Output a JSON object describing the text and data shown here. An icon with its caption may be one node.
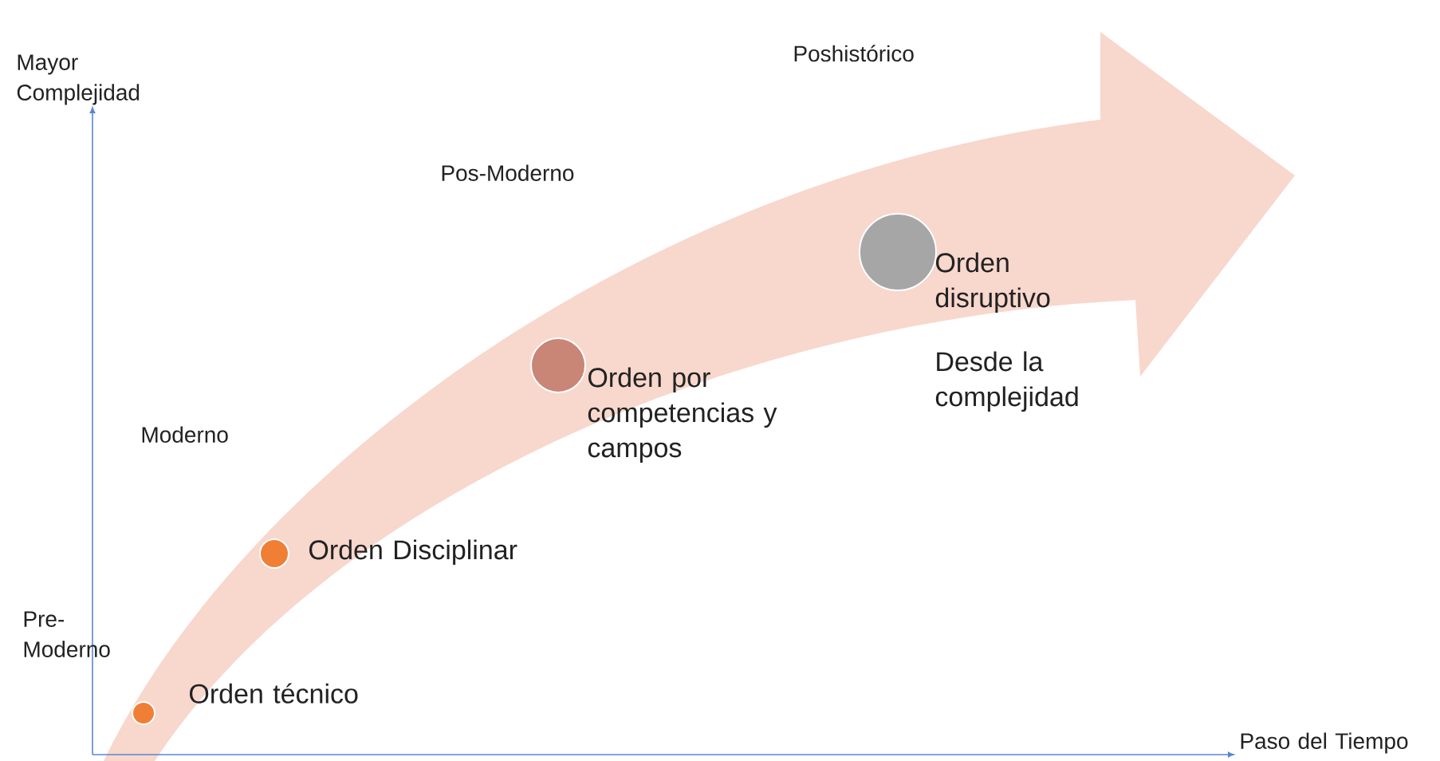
{
  "diagram": {
    "nodes": [
      {
        "text": [],
        "shape": "circle",
        "beside": [
          "Orden técnico"
        ]
      },
      {
        "text": [],
        "shape": "circle",
        "beside": [
          "Orden Disciplinar"
        ]
      },
      {
        "text": [],
        "shape": "circle",
        "beside": [
          "Orden por competencias y campos"
        ]
      },
      {
        "text": [],
        "shape": "circle",
        "beside": [
          "Orden disruptivo",
          "Desde la complejidad"
        ]
      }
    ],
    "labels": [
      "Mayor Complejidad",
      "Poshistórico",
      "Pos-Moderno",
      "Moderno",
      "Pre- Moderno",
      "Paso del Tiempo"
    ]
  }
}
